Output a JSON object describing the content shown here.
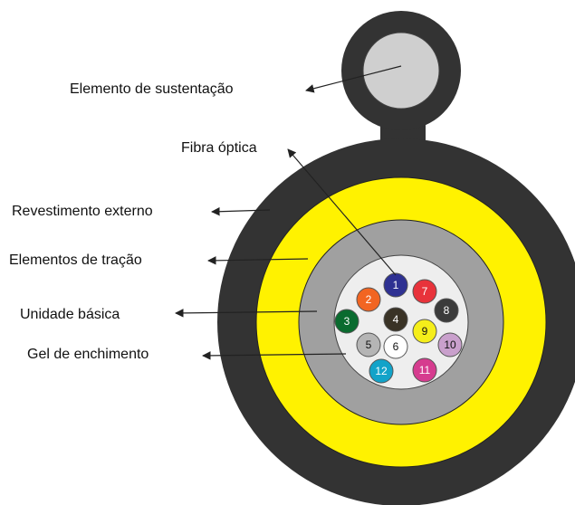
{
  "labels": {
    "support_element": "Elemento de sustentação",
    "optical_fiber": "Fibra óptica",
    "outer_jacket": "Revestimento externo",
    "traction_elements": "Elementos de tração",
    "basic_unit": "Unidade básica",
    "filling_gel": "Gel de enchimento"
  },
  "fibers": [
    {
      "n": "1",
      "color": "#2e3192",
      "text_color": "#ffffff"
    },
    {
      "n": "2",
      "color": "#f26522",
      "text_color": "#ffffff"
    },
    {
      "n": "3",
      "color": "#0a6b2f",
      "text_color": "#ffffff"
    },
    {
      "n": "4",
      "color": "#3a3326",
      "text_color": "#ffffff"
    },
    {
      "n": "5",
      "color": "#b5b5b5",
      "text_color": "#111111"
    },
    {
      "n": "6",
      "color": "#ffffff",
      "text_color": "#111111"
    },
    {
      "n": "7",
      "color": "#e8333b",
      "text_color": "#ffffff"
    },
    {
      "n": "8",
      "color": "#3b3b3b",
      "text_color": "#ffffff"
    },
    {
      "n": "9",
      "color": "#f5ee1a",
      "text_color": "#111111"
    },
    {
      "n": "10",
      "color": "#c9a0cc",
      "text_color": "#111111"
    },
    {
      "n": "11",
      "color": "#d63c8f",
      "text_color": "#ffffff"
    },
    {
      "n": "12",
      "color": "#12a3c9",
      "text_color": "#ffffff"
    }
  ],
  "colors": {
    "outer_jacket": "#333333",
    "traction_layer": "#fff200",
    "basic_unit": "#a0a0a0",
    "gel": "#eeeeee",
    "support_core": "#cfcfcf",
    "arrows": "#222222"
  }
}
